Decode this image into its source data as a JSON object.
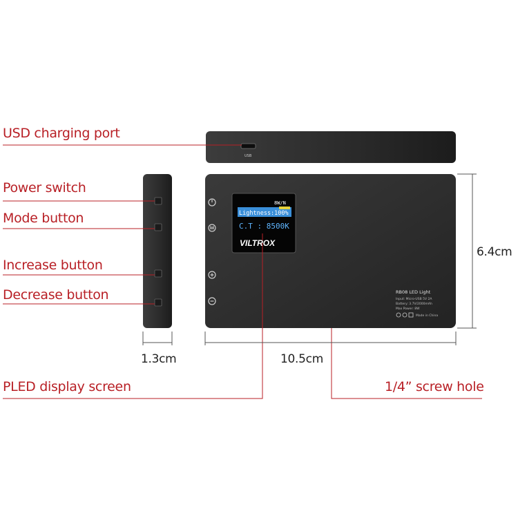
{
  "labels": {
    "usb_port": "USD charging port",
    "power_switch": "Power switch",
    "mode_button": "Mode button",
    "increase_button": "Increase button",
    "decrease_button": "Decrease button",
    "display_screen": "PLED display screen",
    "screw_hole": "1/4” screw hole"
  },
  "dimensions": {
    "height": "6.4cm",
    "width": "10.5cm",
    "depth": "1.3cm"
  },
  "device": {
    "brand": "VILTROX",
    "port_label": "USB",
    "screen": {
      "top_text": "8W/N",
      "mode_text": "Lightness:100%",
      "ct_text": "C.T : 8500K"
    },
    "back_label": {
      "title": "RB08 LED Light",
      "lines": [
        "Input: Micro-USB 5V 2A",
        "Battery: 3.7V/2000mAh",
        "Max Power: 8W"
      ],
      "footer": "Made in China"
    }
  },
  "colors": {
    "label_red": "#b81f25",
    "device_body": "#2b2b2b",
    "screen_blue": "#3a8fd9"
  }
}
